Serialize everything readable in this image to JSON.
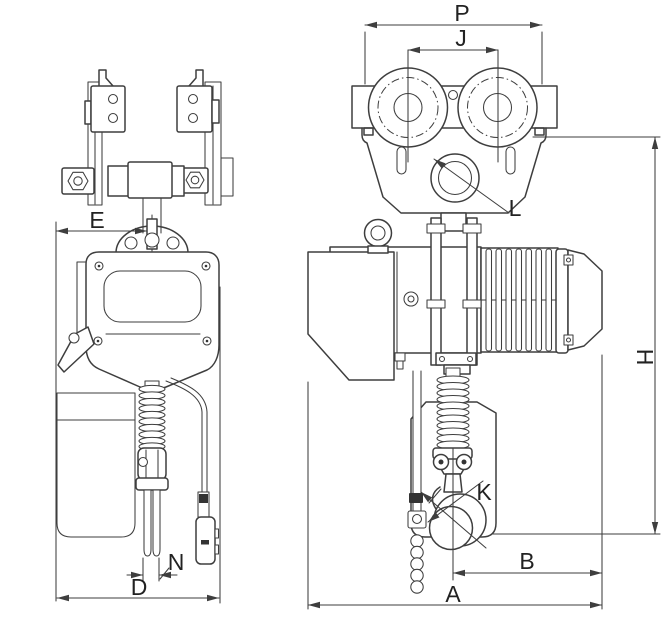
{
  "colors": {
    "line": "#3e3e3e",
    "background": "#ffffff",
    "label_text": "#222222"
  },
  "labels": {
    "P": "P",
    "J": "J",
    "L": "L",
    "E": "E",
    "N": "N",
    "D": "D",
    "H": "H",
    "K": "K",
    "B": "B",
    "A": "A"
  }
}
